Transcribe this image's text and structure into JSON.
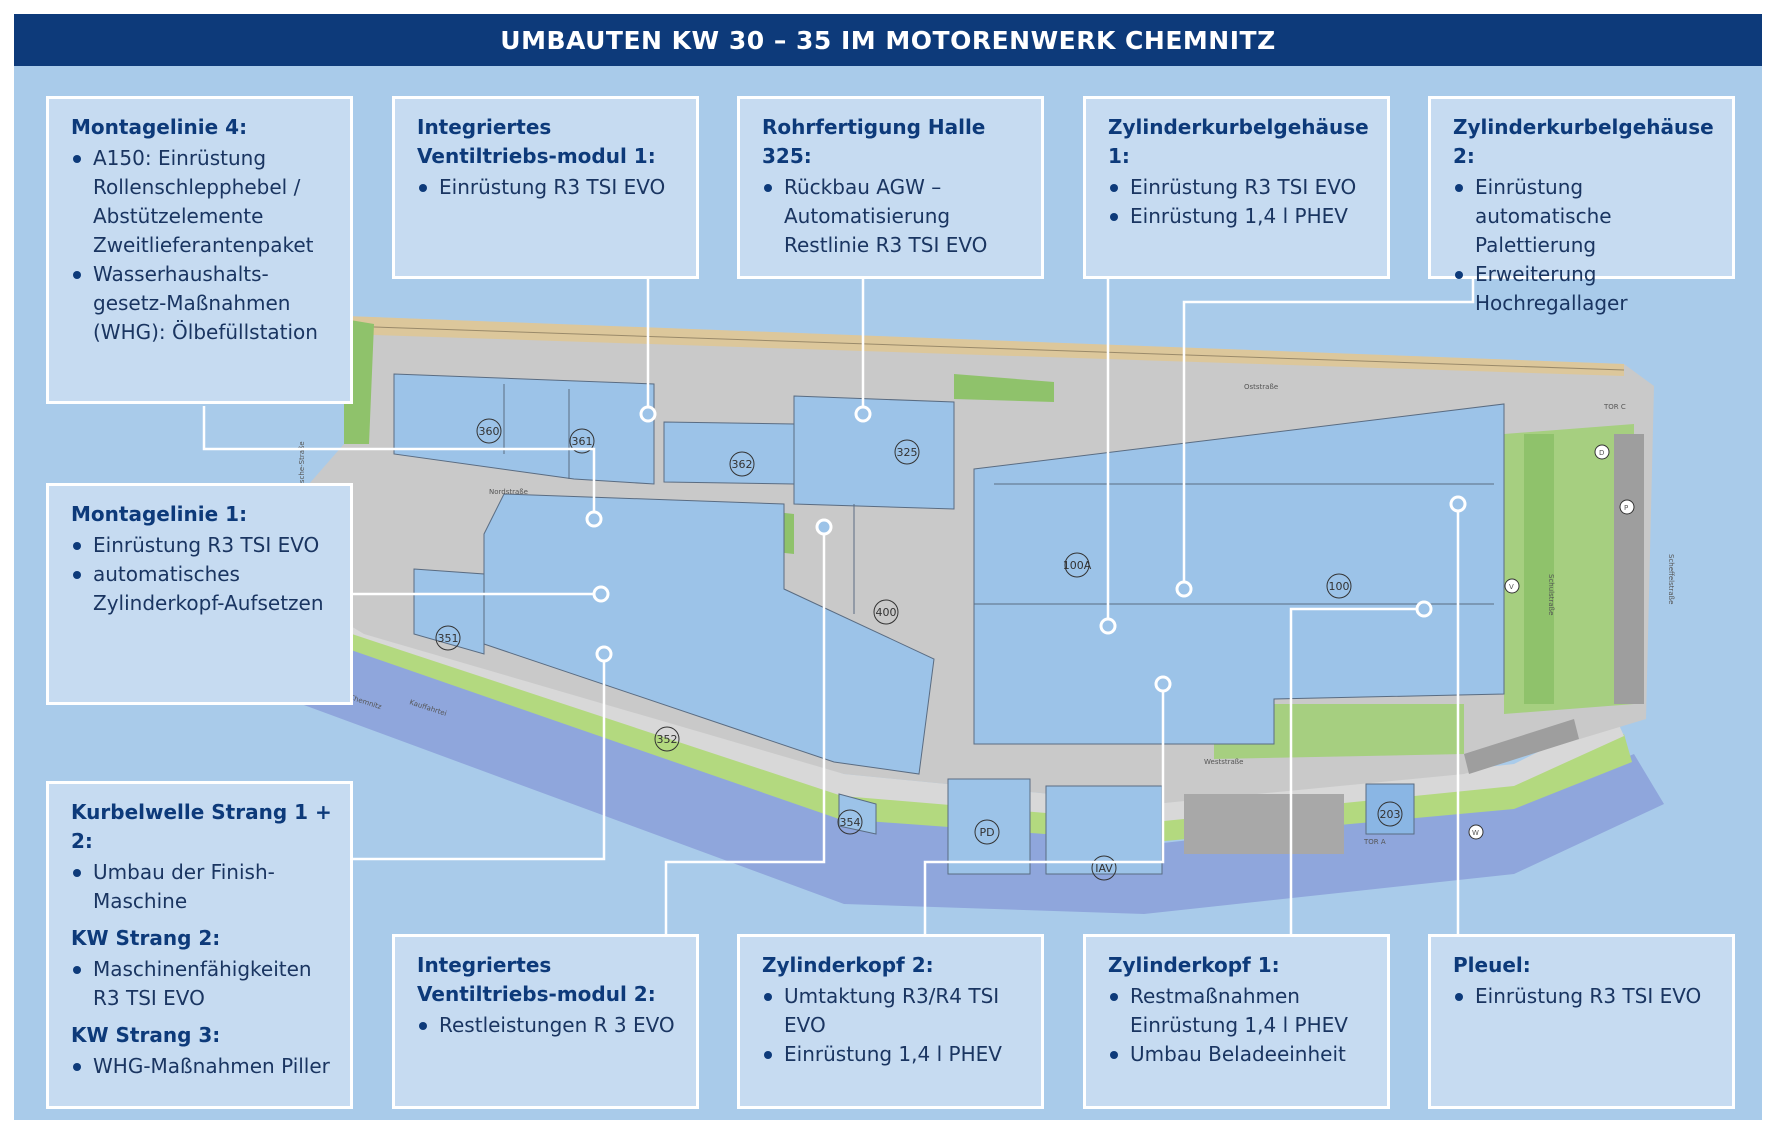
{
  "title": "UMBAUTEN KW 30 – 35 IM MOTORENWERK CHEMNITZ",
  "boxes": [
    {
      "sections": [
        {
          "heading": "Montagelinie 4:",
          "items": [
            "A150: Einrüstung Rollenschlepphebel / Abstützelemente Zweitlieferantenpaket",
            "Wasserhaushalts-gesetz-Maßnahmen (WHG): Ölbefüllstation"
          ]
        }
      ]
    },
    {
      "sections": [
        {
          "heading": "Integriertes Ventiltriebs-modul 1:",
          "items": [
            "Einrüstung R3 TSI EVO"
          ]
        }
      ]
    },
    {
      "sections": [
        {
          "heading": "Rohrfertigung Halle 325:",
          "items": [
            "Rückbau AGW – Automatisierung Restlinie R3 TSI EVO"
          ]
        }
      ]
    },
    {
      "sections": [
        {
          "heading": "Zylinderkurbelgehäuse 1:",
          "items": [
            "Einrüstung R3 TSI EVO",
            "Einrüstung 1,4 l PHEV"
          ]
        }
      ]
    },
    {
      "sections": [
        {
          "heading": "Zylinderkurbelgehäuse 2:",
          "items": [
            "Einrüstung automatische Palettierung",
            "Erweiterung Hochregallager"
          ]
        }
      ]
    },
    {
      "sections": [
        {
          "heading": "Montagelinie 1:",
          "items": [
            "Einrüstung R3 TSI EVO",
            "automatisches Zylinderkopf-Aufsetzen"
          ]
        }
      ]
    },
    {
      "sections": [
        {
          "heading": "Kurbelwelle Strang 1 + 2:",
          "items": [
            "Umbau der Finish-Maschine"
          ]
        },
        {
          "heading": "KW Strang 2:",
          "items": [
            "Maschinenfähigkeiten R3 TSI EVO"
          ]
        },
        {
          "heading": "KW Strang 3:",
          "items": [
            "WHG-Maßnahmen Piller"
          ]
        }
      ]
    },
    {
      "sections": [
        {
          "heading": "Integriertes Ventiltriebs-modul 2:",
          "items": [
            "Restleistungen R 3 EVO"
          ]
        }
      ]
    },
    {
      "sections": [
        {
          "heading": "Zylinderkopf 2:",
          "items": [
            "Umtaktung R3/R4 TSI EVO",
            "Einrüstung 1,4 l PHEV"
          ]
        }
      ]
    },
    {
      "sections": [
        {
          "heading": "Zylinderkopf 1:",
          "items": [
            "Restmaßnahmen Einrüstung 1,4 l PHEV",
            "Umbau Beladeeinheit"
          ]
        }
      ]
    },
    {
      "sections": [
        {
          "heading": "Pleuel:",
          "items": [
            "Einrüstung R3 TSI EVO"
          ]
        }
      ]
    }
  ],
  "map": {
    "halls": [
      "360",
      "361",
      "362",
      "325",
      "100A",
      "100",
      "400",
      "351",
      "352",
      "354",
      "PD",
      "IAV",
      "203"
    ],
    "streets": [
      "Oststraße",
      "Nordstraße",
      "Schulstraße",
      "Scheffelstraße",
      "Kauffahrtei",
      "Chemnitz",
      "Weststraße",
      "Johann-Esche-Straße"
    ],
    "markers": [
      "D",
      "P",
      "V",
      "W",
      "TOR C",
      "TOR A"
    ]
  },
  "colors": {
    "title_bg": "#0d3a7a",
    "box_bg": "#c6dbf1",
    "hall": "#9cc3e8",
    "road": "#c9c9c9",
    "green": "#8fc26b",
    "river": "#8fa6dc",
    "background": "#a9cbea"
  }
}
